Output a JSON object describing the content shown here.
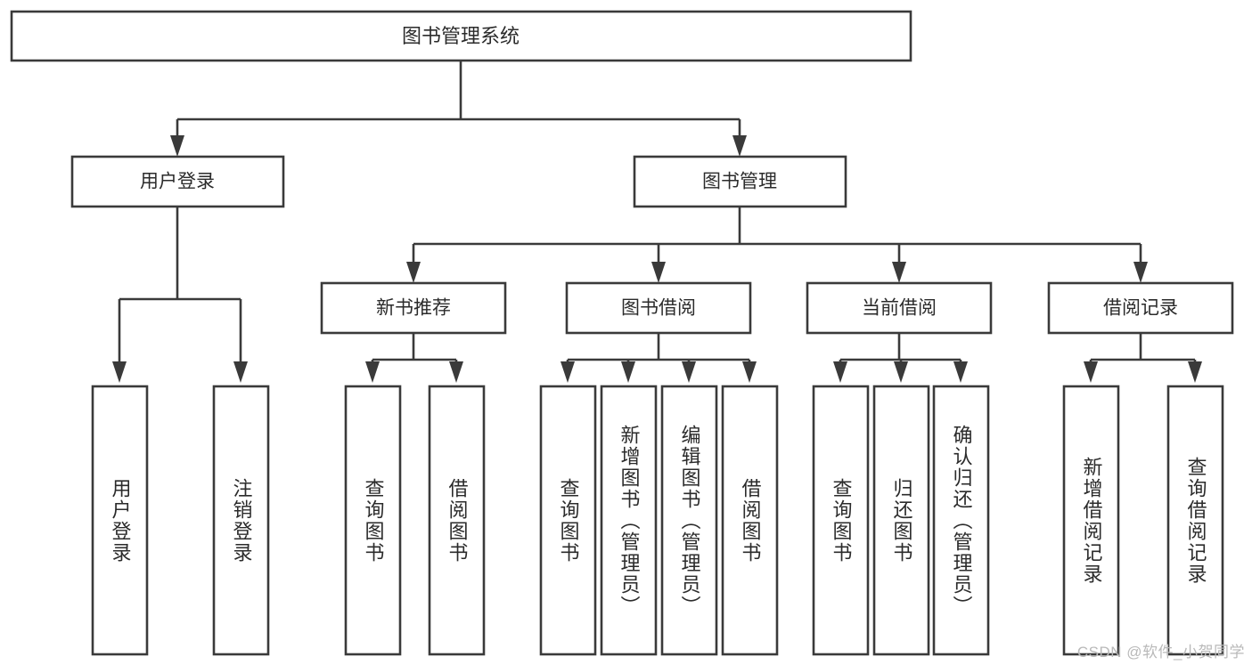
{
  "diagram": {
    "title_node": {
      "label": "图书管理系统"
    },
    "level2": [
      {
        "id": "user-login",
        "label": "用户登录"
      },
      {
        "id": "book-management",
        "label": "图书管理"
      }
    ],
    "level3": [
      {
        "id": "new-book-recommend",
        "label": "新书推荐"
      },
      {
        "id": "book-borrow",
        "label": "图书借阅"
      },
      {
        "id": "current-borrow",
        "label": "当前借阅"
      },
      {
        "id": "borrow-record",
        "label": "借阅记录"
      }
    ],
    "leaves": [
      {
        "id": "leaf-user-login",
        "label": "用户登录",
        "parent": "user-login"
      },
      {
        "id": "leaf-logout-login",
        "label": "注销登录",
        "parent": "user-login"
      },
      {
        "id": "leaf-query-book-1",
        "label": "查询图书",
        "parent": "new-book-recommend"
      },
      {
        "id": "leaf-borrow-book-1",
        "label": "借阅图书",
        "parent": "new-book-recommend"
      },
      {
        "id": "leaf-query-book-2",
        "label": "查询图书",
        "parent": "book-borrow"
      },
      {
        "id": "leaf-add-book",
        "label": "新增图书（管理员）",
        "parent": "book-borrow"
      },
      {
        "id": "leaf-edit-book",
        "label": "编辑图书（管理员）",
        "parent": "book-borrow"
      },
      {
        "id": "leaf-borrow-book-2",
        "label": "借阅图书",
        "parent": "book-borrow"
      },
      {
        "id": "leaf-query-book-3",
        "label": "查询图书",
        "parent": "current-borrow"
      },
      {
        "id": "leaf-return-book",
        "label": "归还图书",
        "parent": "current-borrow"
      },
      {
        "id": "leaf-confirm-return",
        "label": "确认归还（管理员）",
        "parent": "current-borrow"
      },
      {
        "id": "leaf-add-record",
        "label": "新增借阅记录",
        "parent": "borrow-record"
      },
      {
        "id": "leaf-query-record",
        "label": "查询借阅记录",
        "parent": "borrow-record"
      }
    ],
    "watermark": "CSDN @软件_小贺同学",
    "colors": {
      "stroke": "#3a3a3a",
      "fill": "#ffffff",
      "text": "#2b2b2b",
      "watermark": "#b9b9b9"
    }
  }
}
